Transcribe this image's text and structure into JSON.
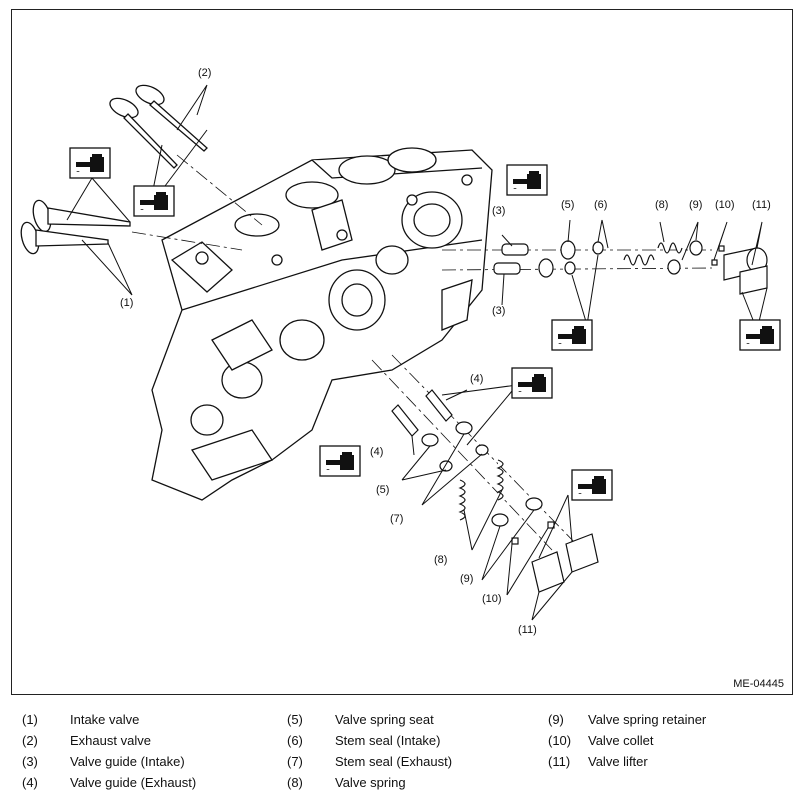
{
  "figure_id": "ME-04445",
  "callouts": {
    "c1": "(1)",
    "c2": "(2)",
    "c3a": "(3)",
    "c3b": "(3)",
    "c4a": "(4)",
    "c4b": "(4)",
    "c5a": "(5)",
    "c5b": "(5)",
    "c6": "(6)",
    "c7": "(7)",
    "c8a": "(8)",
    "c8b": "(8)",
    "c9a": "(9)",
    "c9b": "(9)",
    "c10a": "(10)",
    "c10b": "(10)",
    "c11a": "(11)",
    "c11b": "(11)"
  },
  "legend": [
    {
      "num": "(1)",
      "label": "Intake valve"
    },
    {
      "num": "(2)",
      "label": "Exhaust valve"
    },
    {
      "num": "(3)",
      "label": "Valve guide (Intake)"
    },
    {
      "num": "(4)",
      "label": "Valve guide (Exhaust)"
    },
    {
      "num": "(5)",
      "label": "Valve spring seat"
    },
    {
      "num": "(6)",
      "label": "Stem seal (Intake)"
    },
    {
      "num": "(7)",
      "label": "Stem seal (Exhaust)"
    },
    {
      "num": "(8)",
      "label": "Valve spring"
    },
    {
      "num": "(9)",
      "label": "Valve spring retainer"
    },
    {
      "num": "(10)",
      "label": "Valve collet"
    },
    {
      "num": "(11)",
      "label": "Valve lifter"
    }
  ],
  "icons": {
    "oil": "oil-can-icon"
  }
}
